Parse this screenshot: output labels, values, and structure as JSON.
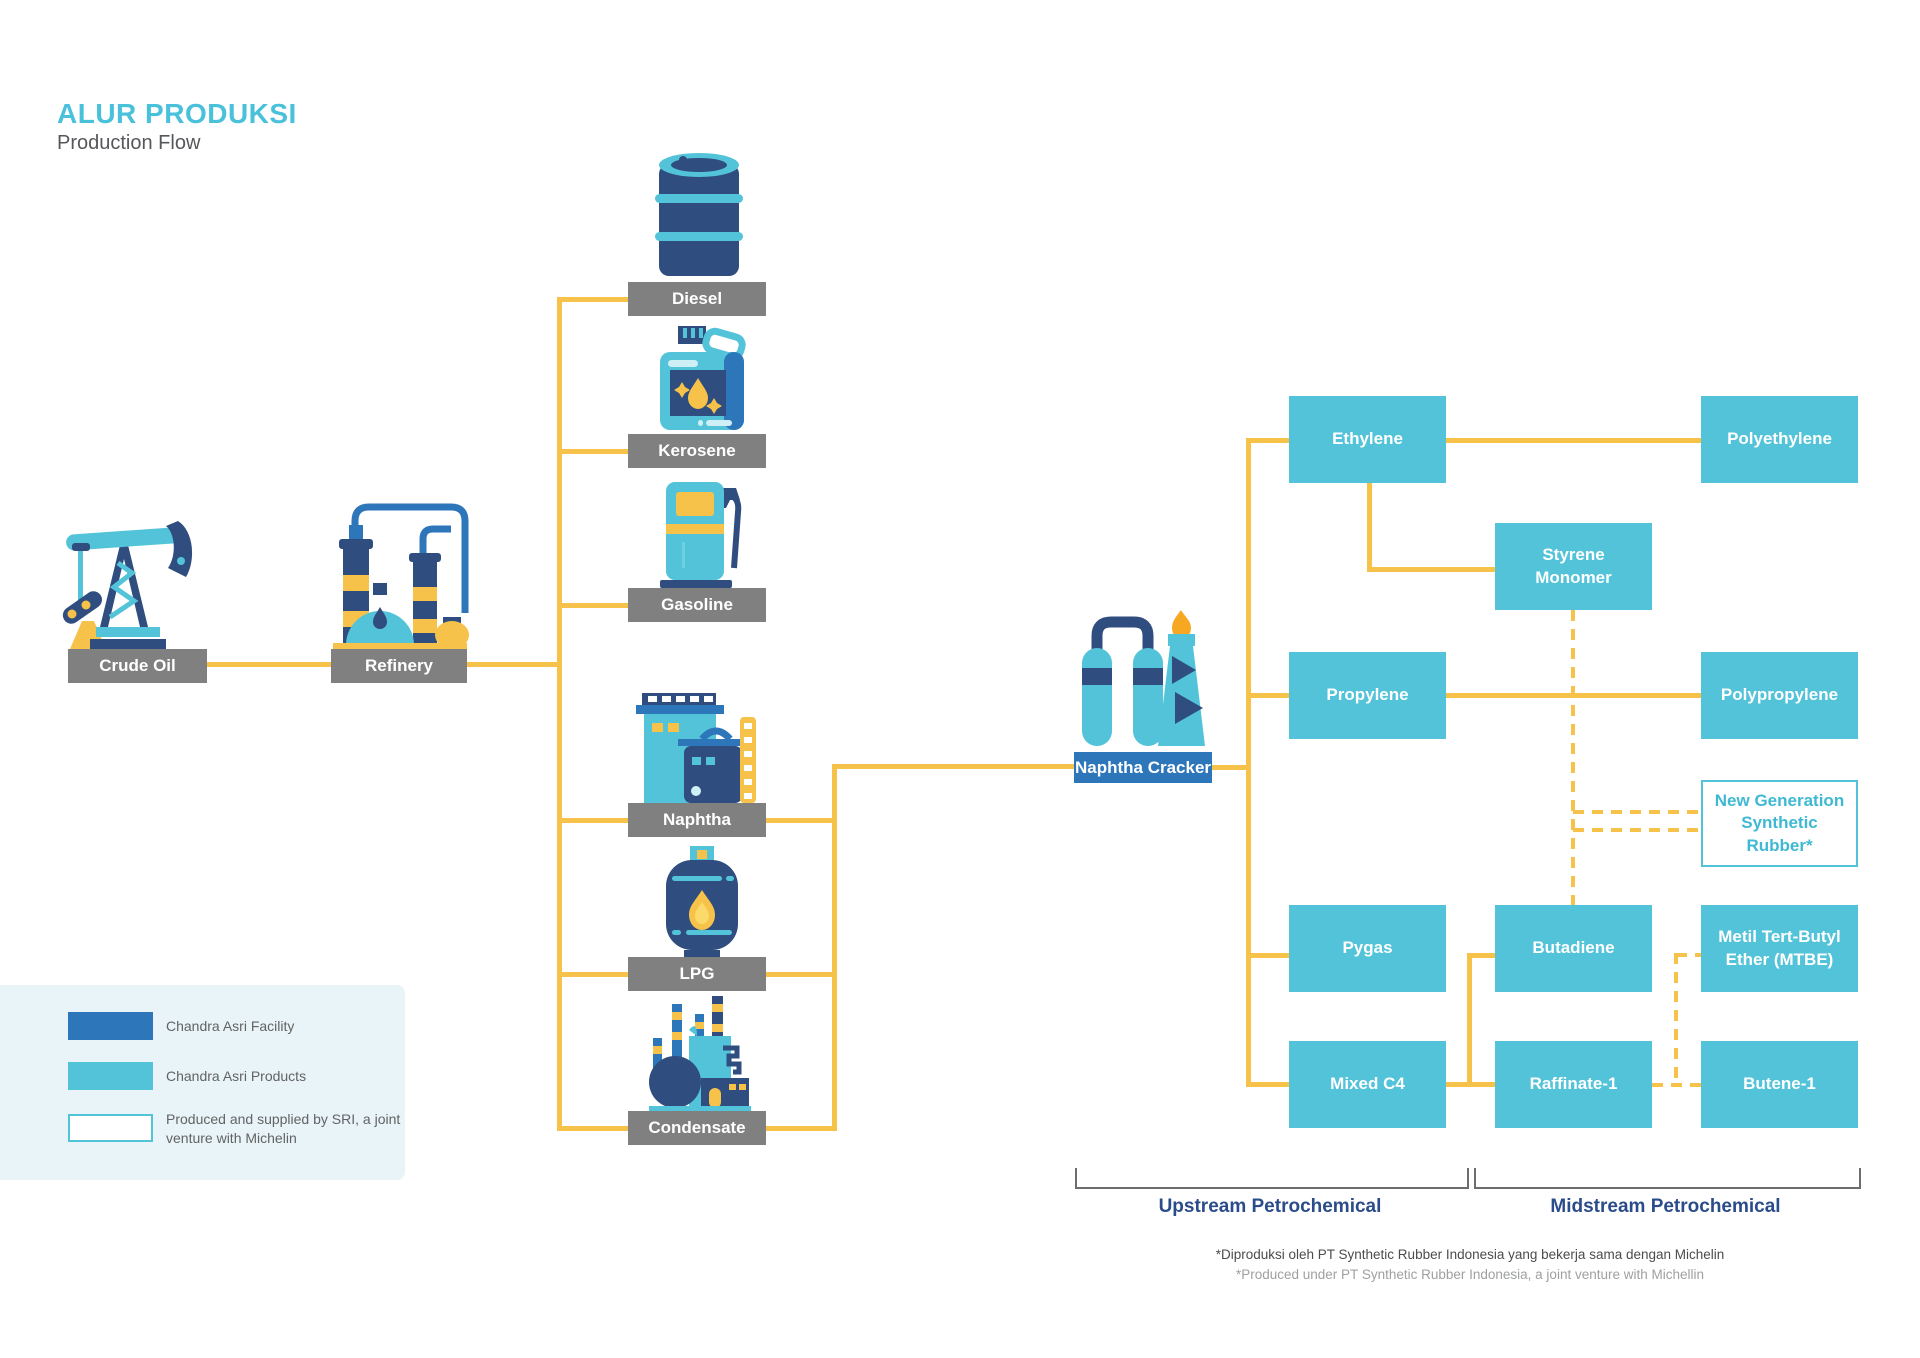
{
  "title": {
    "heading": "ALUR PRODUKSI",
    "subheading": "Production Flow"
  },
  "colors": {
    "accent_teal": "#52C3D9",
    "facility_blue": "#2E76BA",
    "icon_navy": "#2F4D7E",
    "line_yellow": "#F7C249",
    "flame_orange": "#F7A823",
    "label_gray": "#808080",
    "heading_navy": "#2B4C8A",
    "legend_panel": "#E8F4F8"
  },
  "nodes": {
    "crude_oil": "Crude Oil",
    "refinery": "Refinery",
    "diesel": "Diesel",
    "kerosene": "Kerosene",
    "gasoline": "Gasoline",
    "naphtha": "Naphtha",
    "lpg": "LPG",
    "condensate": "Condensate",
    "naphtha_cracker": "Naphtha Cracker",
    "ethylene": "Ethylene",
    "polyethylene": "Polyethylene",
    "styrene_monomer": "Styrene Monomer",
    "propylene": "Propylene",
    "polypropylene": "Polypropylene",
    "new_gen_synthetic_rubber": "New Generation Synthetic Rubber*",
    "pygas": "Pygas",
    "butadiene": "Butadiene",
    "mtbe": "Metil Tert-Butyl Ether (MTBE)",
    "mixed_c4": "Mixed C4",
    "raffinate_1": "Raffinate-1",
    "butene_1": "Butene-1"
  },
  "edges": [
    {
      "from": "Crude Oil",
      "to": "Refinery",
      "style": "solid"
    },
    {
      "from": "Refinery",
      "to": "Diesel",
      "style": "solid"
    },
    {
      "from": "Refinery",
      "to": "Kerosene",
      "style": "solid"
    },
    {
      "from": "Refinery",
      "to": "Gasoline",
      "style": "solid"
    },
    {
      "from": "Refinery",
      "to": "Naphtha",
      "style": "solid"
    },
    {
      "from": "Refinery",
      "to": "LPG",
      "style": "solid"
    },
    {
      "from": "Refinery",
      "to": "Condensate",
      "style": "solid"
    },
    {
      "from": "Naphtha",
      "to": "Naphtha Cracker",
      "style": "solid"
    },
    {
      "from": "LPG",
      "to": "Naphtha Cracker",
      "style": "solid"
    },
    {
      "from": "Condensate",
      "to": "Naphtha Cracker",
      "style": "solid"
    },
    {
      "from": "Naphtha Cracker",
      "to": "Ethylene",
      "style": "solid"
    },
    {
      "from": "Naphtha Cracker",
      "to": "Propylene",
      "style": "solid"
    },
    {
      "from": "Naphtha Cracker",
      "to": "Pygas",
      "style": "solid"
    },
    {
      "from": "Naphtha Cracker",
      "to": "Mixed C4",
      "style": "solid"
    },
    {
      "from": "Ethylene",
      "to": "Polyethylene",
      "style": "solid"
    },
    {
      "from": "Ethylene",
      "to": "Styrene Monomer",
      "style": "solid"
    },
    {
      "from": "Propylene",
      "to": "Polypropylene",
      "style": "solid"
    },
    {
      "from": "Mixed C4",
      "to": "Butadiene",
      "style": "solid"
    },
    {
      "from": "Mixed C4",
      "to": "Raffinate-1",
      "style": "solid"
    },
    {
      "from": "Styrene Monomer",
      "to": "New Generation Synthetic Rubber*",
      "style": "dashed"
    },
    {
      "from": "Butadiene",
      "to": "New Generation Synthetic Rubber*",
      "style": "dashed"
    },
    {
      "from": "Raffinate-1",
      "to": "Metil Tert-Butyl Ether (MTBE)",
      "style": "dashed"
    },
    {
      "from": "Raffinate-1",
      "to": "Butene-1",
      "style": "dashed"
    }
  ],
  "legend": {
    "items": [
      {
        "type": "facility",
        "label": "Chandra Asri Facility"
      },
      {
        "type": "product",
        "label": "Chandra Asri Products"
      },
      {
        "type": "sri_jv",
        "label": "Produced and supplied by SRI, a joint venture with Michelin"
      }
    ]
  },
  "sections": {
    "upstream": "Upstream Petrochemical",
    "midstream": "Midstream Petrochemical"
  },
  "footnotes": {
    "id_line": "*Diproduksi oleh PT Synthetic Rubber Indonesia yang bekerja sama dengan Michelin",
    "en_line": "*Produced under PT Synthetic Rubber Indonesia, a joint venture with Michellin"
  }
}
